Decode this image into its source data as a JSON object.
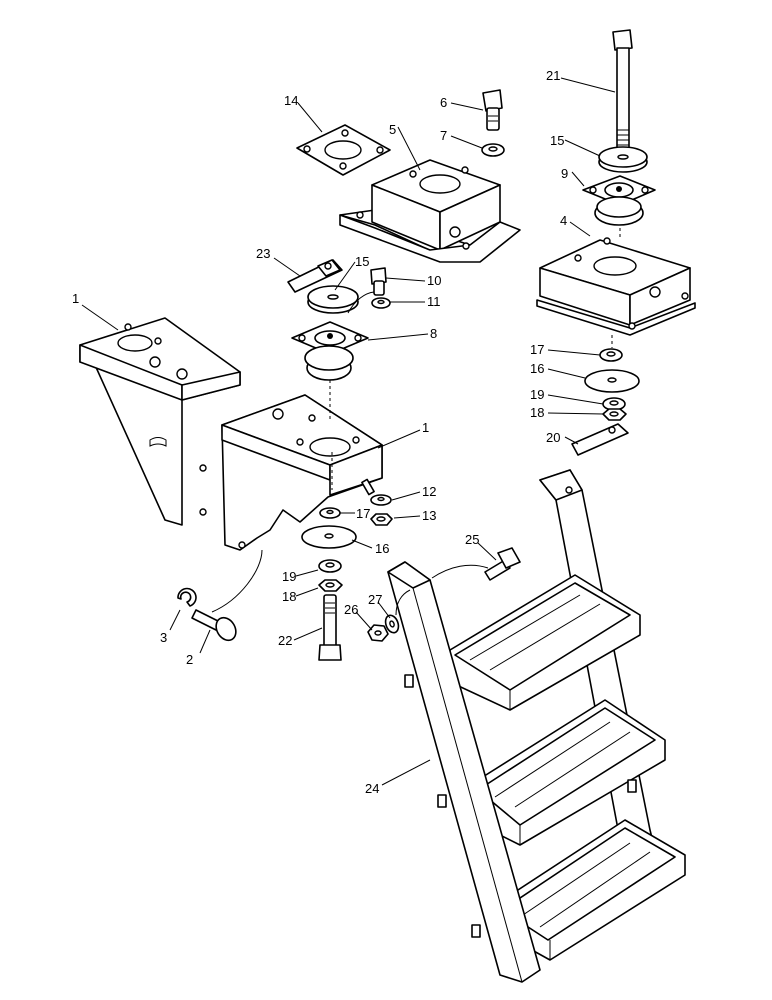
{
  "callouts": {
    "c1a": "1",
    "c1b": "1",
    "c2": "2",
    "c3": "3",
    "c4": "4",
    "c5": "5",
    "c6": "6",
    "c7": "7",
    "c8": "8",
    "c9": "9",
    "c10": "10",
    "c11": "11",
    "c12": "12",
    "c13": "13",
    "c14": "14",
    "c15a": "15",
    "c15b": "15",
    "c16a": "16",
    "c16b": "16",
    "c17a": "17",
    "c17b": "17",
    "c18a": "18",
    "c18b": "18",
    "c19a": "19",
    "c19b": "19",
    "c20": "20",
    "c21": "21",
    "c22": "22",
    "c23": "23",
    "c24": "24",
    "c25": "25",
    "c26": "26",
    "c27": "27"
  }
}
